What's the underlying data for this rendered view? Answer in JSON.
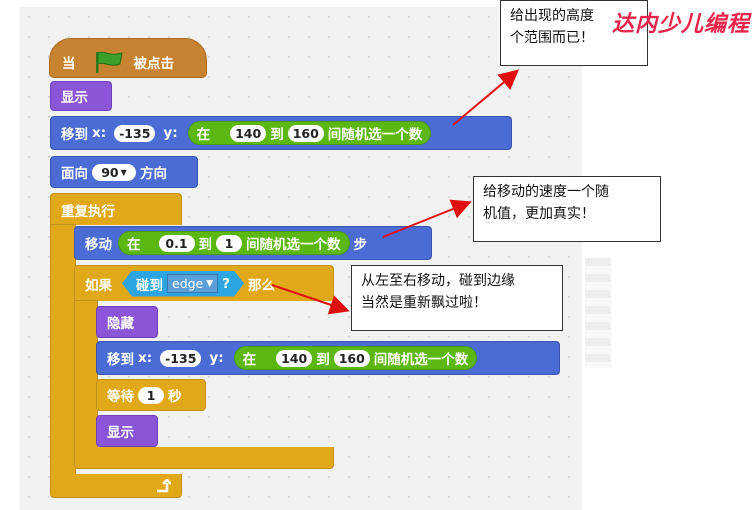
{
  "script": {
    "hat": {
      "label_when": "当",
      "label_clicked": "被点击",
      "flag_icon": "green-flag-icon"
    },
    "show1": "显示",
    "goto1": {
      "label": "移到",
      "x_label": "x:",
      "x_value": "-135",
      "y_label": "y:",
      "rand_in": "在",
      "rand_from": "140",
      "rand_to_label": "到",
      "rand_to": "160",
      "rand_tail": "间随机选一个数"
    },
    "point": {
      "label": "面向",
      "value": "90",
      "tail": "方向"
    },
    "forever": "重复执行",
    "move": {
      "label": "移动",
      "rand_in": "在",
      "rand_from": "0.1",
      "rand_to_label": "到",
      "rand_to": "1",
      "rand_tail": "间随机选一个数",
      "tail": "步"
    },
    "ifblock": {
      "label": "如果",
      "touch_label": "碰到",
      "touch_target": "edge",
      "question": "?",
      "then": "那么"
    },
    "hide": "隐藏",
    "goto2": {
      "label": "移到",
      "x_label": "x:",
      "x_value": "-135",
      "y_label": "y:",
      "rand_in": "在",
      "rand_from": "140",
      "rand_to_label": "到",
      "rand_to": "160",
      "rand_tail": "间随机选一个数"
    },
    "wait": {
      "label": "等待",
      "value": "1",
      "tail": "秒"
    },
    "show2": "显示"
  },
  "callouts": {
    "c1": "给出现的高度\n个范围而已！",
    "c2": "给移动的速度一个随\n机值，更加真实！",
    "c3": "从左至右移动，碰到边缘\n当然是重新飘过啦！"
  },
  "watermark": "达内少儿编程",
  "colors": {
    "events": "#c88330",
    "looks": "#8a55d7",
    "motion": "#4a6cd4",
    "control": "#e1a91a",
    "sensing": "#2ca5e2",
    "operators": "#5cb712",
    "arrow": "#e01010"
  }
}
